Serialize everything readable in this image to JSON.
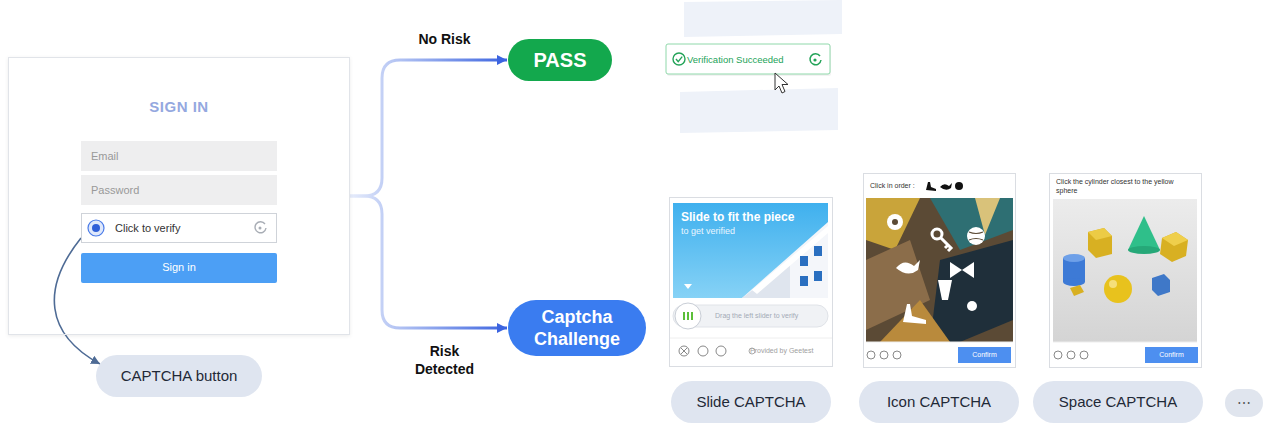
{
  "diagram": {
    "nodes": [
      {
        "text": [
          "SIGN IN"
        ]
      },
      {
        "text": [
          "Email"
        ],
        "in": 0
      },
      {
        "text": [
          "Password"
        ],
        "in": 0
      },
      {
        "text": [
          "Click to verify"
        ],
        "in": 0
      },
      {
        "text": [
          "Sign in"
        ],
        "in": 0
      },
      {
        "text": [
          "CAPTCHA button"
        ]
      },
      {
        "text": [
          "PASS"
        ]
      },
      {
        "text": [
          "Captcha Challenge"
        ]
      },
      {
        "text": [
          "Verification Succeeded"
        ]
      },
      {
        "text": [
          "Slide to fit the piece",
          "to get verified",
          "Drag the left slider to verify",
          "Provided by Geetest"
        ]
      },
      {
        "text": [
          "Click in order :",
          "Confirm"
        ]
      },
      {
        "text": [
          "Click the cylinder closest to the yellow sphere",
          "Confirm"
        ]
      },
      {
        "text": [
          "Slide CAPTCHA"
        ]
      },
      {
        "text": [
          "Icon CAPTCHA"
        ]
      },
      {
        "text": [
          "Space CAPTCHA"
        ]
      },
      {
        "text": [
          "⋯"
        ]
      }
    ],
    "edges": [
      {
        "from": 3,
        "to": 5,
        "arrow": "to"
      },
      {
        "from": 0,
        "to": 6,
        "label": "No Risk",
        "arrow": "to"
      },
      {
        "from": 0,
        "to": 7,
        "label": "Risk Detected",
        "arrow": "to"
      }
    ]
  }
}
